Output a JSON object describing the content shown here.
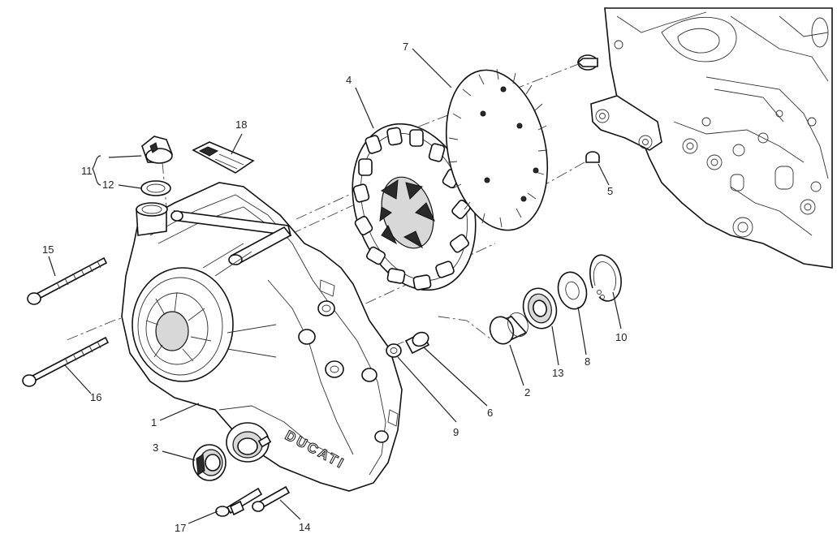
{
  "callouts": [
    {
      "id": "c1",
      "text": "1"
    },
    {
      "id": "c2",
      "text": "2"
    },
    {
      "id": "c3",
      "text": "3"
    },
    {
      "id": "c4",
      "text": "4"
    },
    {
      "id": "c5",
      "text": "5"
    },
    {
      "id": "c6",
      "text": "6"
    },
    {
      "id": "c7",
      "text": "7"
    },
    {
      "id": "c8",
      "text": "8"
    },
    {
      "id": "c9",
      "text": "9"
    },
    {
      "id": "c10",
      "text": "10"
    },
    {
      "id": "c11",
      "text": "11"
    },
    {
      "id": "c12",
      "text": "12"
    },
    {
      "id": "c13",
      "text": "13"
    },
    {
      "id": "c14",
      "text": "14"
    },
    {
      "id": "c15",
      "text": "15"
    },
    {
      "id": "c16",
      "text": "16"
    },
    {
      "id": "c17",
      "text": "17"
    },
    {
      "id": "c18",
      "text": "18"
    }
  ],
  "cover_logo_text": "DUCATI"
}
